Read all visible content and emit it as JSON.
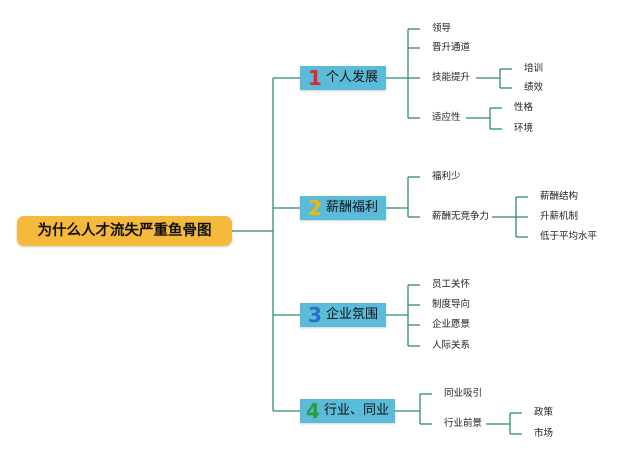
{
  "title": "为什么人才流失严重鱼骨图",
  "colors": {
    "root_bg": "#f5b93b",
    "branch_bg": "#5bbcd9",
    "line": "#2e8b74",
    "num1": "#e0262f",
    "num2": "#f2b705",
    "num3": "#2a6fc9",
    "num4": "#2e9e3f"
  },
  "branches": [
    {
      "num": "1",
      "label": "个人发展",
      "children": [
        "领导",
        "晋升通道",
        "技能提升",
        "适应性"
      ],
      "skill_children": [
        "培训",
        "绩效"
      ],
      "adapt_children": [
        "性格",
        "环境"
      ]
    },
    {
      "num": "2",
      "label": "薪酬福利",
      "children": [
        "福利少",
        "薪酬无竞争力"
      ],
      "pay_children": [
        "薪酬结构",
        "升薪机制",
        "低于平均水平"
      ]
    },
    {
      "num": "3",
      "label": "企业氛围",
      "children": [
        "员工关怀",
        "制度导向",
        "企业愿景",
        "人际关系"
      ]
    },
    {
      "num": "4",
      "label": "行业、同业",
      "children": [
        "同业吸引",
        "行业前景"
      ],
      "prospect_children": [
        "政策",
        "市场"
      ]
    }
  ]
}
